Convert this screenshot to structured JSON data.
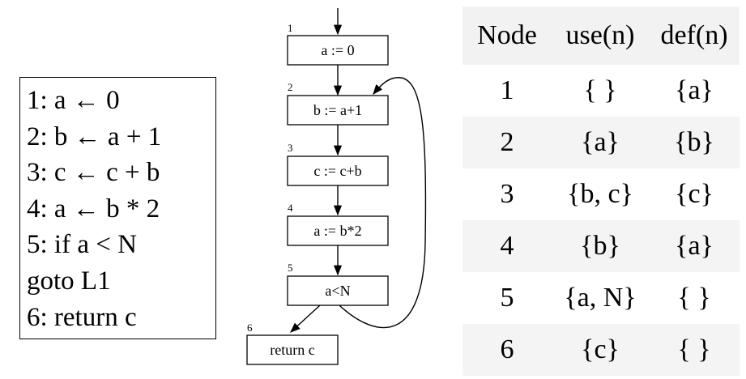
{
  "code": {
    "lines": [
      "1: a ← 0",
      "2: b ← a + 1",
      "3: c ← c + b",
      "4: a ← b * 2",
      "5: if a < N",
      "goto L1",
      "6: return c"
    ]
  },
  "flow_graph": {
    "nodes": [
      {
        "num": "1",
        "label": "a := 0"
      },
      {
        "num": "2",
        "label": "b := a+1"
      },
      {
        "num": "3",
        "label": "c := c+b"
      },
      {
        "num": "4",
        "label": "a := b*2"
      },
      {
        "num": "5",
        "label": "a<N"
      },
      {
        "num": "6",
        "label": "return c"
      }
    ]
  },
  "table": {
    "headers": [
      "Node",
      "use(n)",
      "def(n)"
    ],
    "rows": [
      [
        "1",
        "{ }",
        "{a}"
      ],
      [
        "2",
        "{a}",
        "{b}"
      ],
      [
        "3",
        "{b, c}",
        "{c}"
      ],
      [
        "4",
        "{b}",
        "{a}"
      ],
      [
        "5",
        "{a, N}",
        "{ }"
      ],
      [
        "6",
        "{c}",
        "{ }"
      ]
    ]
  }
}
